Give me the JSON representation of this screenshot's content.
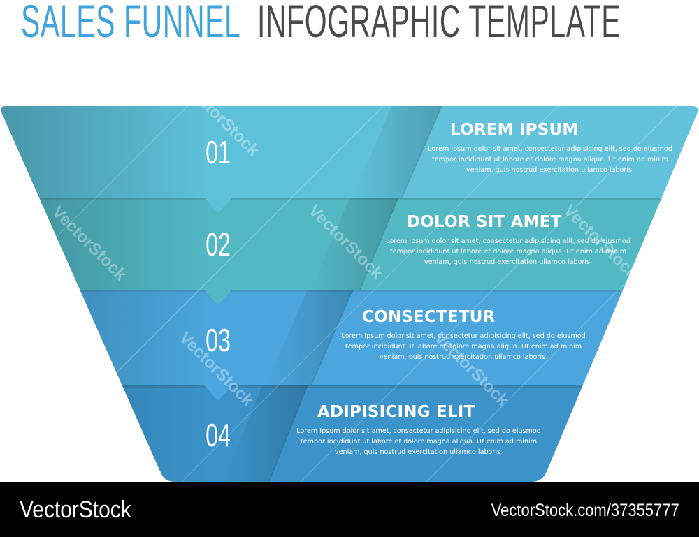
{
  "title": {
    "part1": "SALES FUNNEL",
    "part2": "INFOGRAPHIC TEMPLATE",
    "part1_color": "#3fa3dc",
    "part2_color": "#4a4a4a"
  },
  "stages": [
    {
      "number": "01",
      "heading": "LOREM IPSUM",
      "text": "Lorem Ipsum dolor sit amet, consectetur adipisicing elit, sed do eiusmod tempor incididunt ut labore et dolore magna aliqua. Ut enim ad minim veniam, quis nostrud exercitation ullamco laboris.",
      "color": "#5ec1da"
    },
    {
      "number": "02",
      "heading": "DOLOR SIT AMET",
      "text": "Lorem Ipsum dolor sit amet, consectetur adipisicing elit, sed do eiusmod tempor incididunt ut labore et dolore magna aliqua. Ut enim ad minim veniam, quis nostrud exercitation ullamco laboris.",
      "color": "#52b8c4"
    },
    {
      "number": "03",
      "heading": "CONSECTETUR",
      "text": "Lorem Ipsum dolor sit amet, consectetur adipisicing elit, sed do eiusmod tempor incididunt ut labore et dolore magna aliqua. Ut enim ad minim veniam, quis nostrud exercitation ullamco laboris.",
      "color": "#4aa6dc"
    },
    {
      "number": "04",
      "heading": "ADIPISICING ELIT",
      "text": "Lorem Ipsum dolor sit amet, consectetur adipisicing elit, sed do eiusmod tempor incididunt ut labore et dolore magna aliqua. Ut enim ad minim veniam, quis nostrud exercitation ullamco laboris.",
      "color": "#3b93c9"
    }
  ],
  "watermark": "VectorStock",
  "footer": {
    "brand": "VectorStock",
    "url": "VectorStock.com/37355777"
  }
}
